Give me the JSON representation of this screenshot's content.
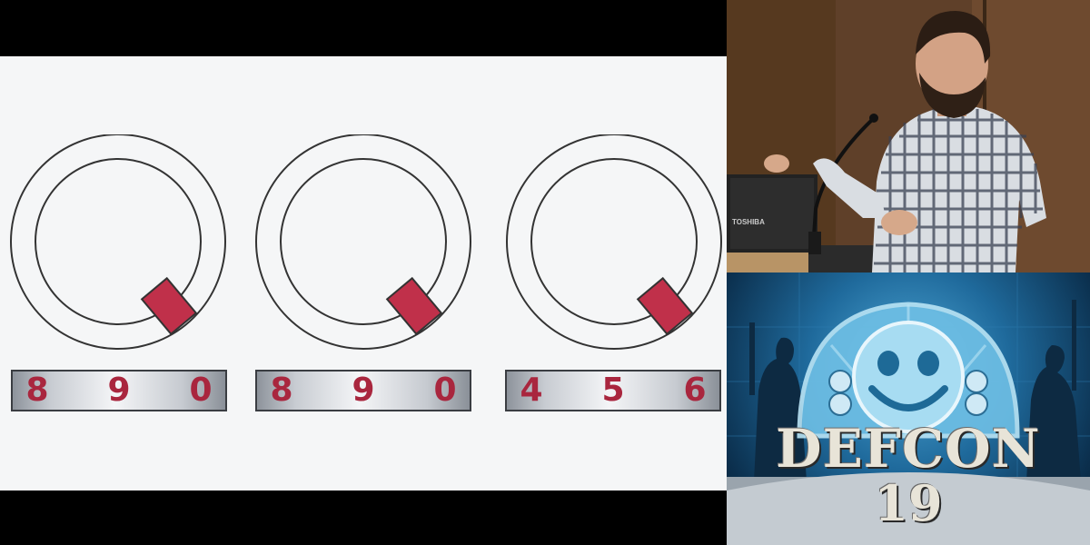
{
  "slide": {
    "dials": [
      {
        "digits": [
          "8",
          "9",
          "0"
        ]
      },
      {
        "digits": [
          "8",
          "9",
          "0"
        ]
      },
      {
        "digits": [
          "4",
          "5",
          "6"
        ]
      }
    ],
    "colors": {
      "accent_red": "#c0304a",
      "digit_red": "#a9263e",
      "outline": "#333333"
    }
  },
  "camera": {
    "laptop_brand": "TOSHIBA"
  },
  "logo": {
    "word": "DEFCON",
    "number": "19"
  }
}
